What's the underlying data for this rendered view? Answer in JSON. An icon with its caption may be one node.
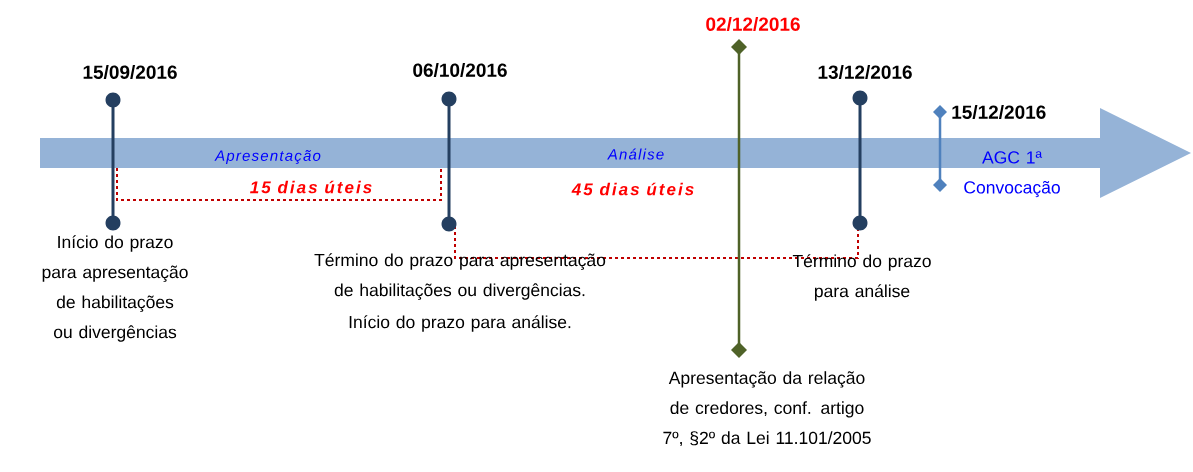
{
  "diagram": {
    "nodes": [
      {
        "text": [
          "15/09/2016",
          "Início do prazo para apresentação de habilitações ou divergências"
        ]
      },
      {
        "text": [
          "06/10/2016",
          "Término do prazo para apresentação de habilitações ou divergências.",
          "Início do prazo para análise."
        ]
      },
      {
        "text": [
          "02/12/2016",
          "Apresentação da relação de credores, conf. artigo 7º, §2º da Lei 11.101/2005"
        ]
      },
      {
        "text": [
          "13/12/2016",
          "Término do prazo para análise"
        ]
      },
      {
        "text": [
          "15/12/2016",
          "AGC 1ª Convocação"
        ]
      }
    ],
    "labels": [
      "Apresentação",
      "Análise",
      "15 dias úteis",
      "45 dias úteis"
    ]
  }
}
